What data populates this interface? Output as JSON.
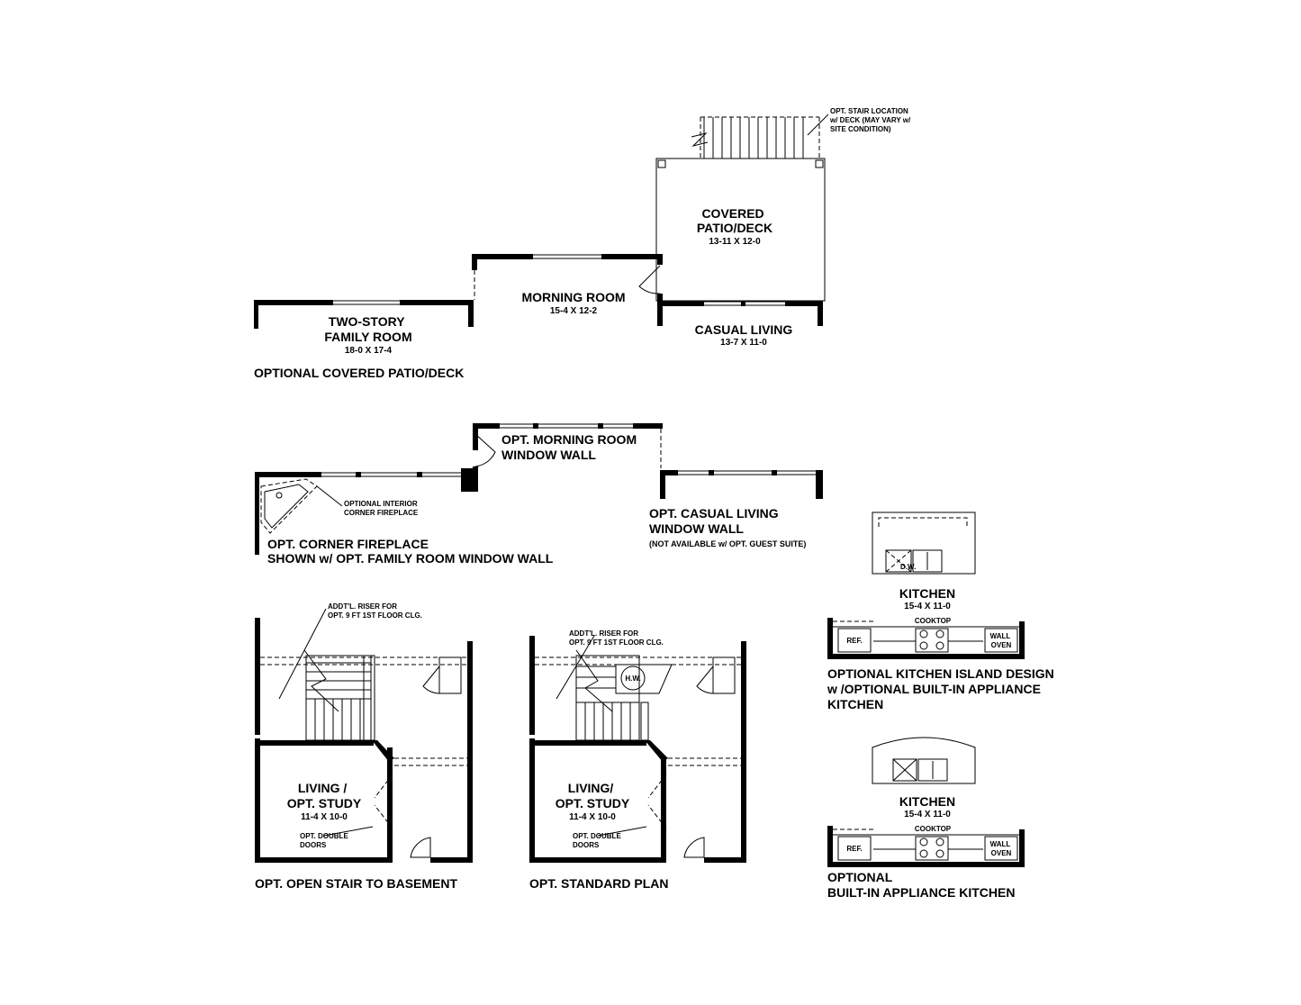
{
  "sections": {
    "patio": {
      "caption": "OPTIONAL COVERED PATIO/DECK",
      "stair_note": [
        "OPT. STAIR LOCATION",
        "w/ DECK (MAY VARY w/",
        "SITE CONDITION)"
      ],
      "rooms": {
        "covered_patio": {
          "name": [
            "COVERED",
            "PATIO/DECK"
          ],
          "dim": "13-11 X 12-0"
        },
        "morning_room": {
          "name": [
            "MORNING ROOM"
          ],
          "dim": "15-4 X 12-2"
        },
        "family_room": {
          "name": [
            "TWO-STORY",
            "FAMILY ROOM"
          ],
          "dim": "18-0 X 17-4"
        },
        "casual_living": {
          "name": [
            "CASUAL LIVING"
          ],
          "dim": "13-7 X 11-0"
        }
      }
    },
    "window_walls": {
      "morning_label": [
        "OPT. MORNING ROOM",
        "WINDOW WALL"
      ],
      "fireplace_note": [
        "OPTIONAL INTERIOR",
        "CORNER FIREPLACE"
      ],
      "fireplace_caption": [
        "OPT. CORNER FIREPLACE",
        "SHOWN w/ OPT. FAMILY ROOM WINDOW WALL"
      ],
      "casual_label": [
        "OPT. CASUAL LIVING",
        "WINDOW WALL"
      ],
      "casual_note": "(NOT AVAILABLE w/ OPT. GUEST SUITE)"
    },
    "open_stair": {
      "riser_note": [
        "ADDT'L. RISER FOR",
        "OPT. 9 FT 1ST FLOOR CLG."
      ],
      "room_name": [
        "LIVING /",
        "OPT. STUDY"
      ],
      "room_dim": "11-4 X 10-0",
      "door_note": [
        "OPT. DOUBLE",
        "DOORS"
      ],
      "caption": "OPT. OPEN STAIR TO BASEMENT"
    },
    "standard": {
      "riser_note": [
        "ADDT'L. RISER FOR",
        "OPT. 9 FT 1ST FLOOR CLG."
      ],
      "hw": "H.W.",
      "room_name": [
        "LIVING/",
        "OPT. STUDY"
      ],
      "room_dim": "11-4 X 10-0",
      "door_note": [
        "OPT. DOUBLE",
        "DOORS"
      ],
      "caption": "OPT. STANDARD PLAN"
    },
    "kitchen_island": {
      "dw": "D.W.",
      "room_name": "KITCHEN",
      "room_dim": "15-4 X 11-0",
      "cooktop": "COOKTOP",
      "ref": "REF.",
      "wall_oven": [
        "WALL",
        "OVEN"
      ],
      "caption": [
        "OPTIONAL KITCHEN ISLAND DESIGN",
        "w /OPTIONAL BUILT-IN APPLIANCE",
        "KITCHEN"
      ]
    },
    "kitchen_builtin": {
      "room_name": "KITCHEN",
      "room_dim": "15-4 X 11-0",
      "cooktop": "COOKTOP",
      "ref": "REF.",
      "wall_oven": [
        "WALL",
        "OVEN"
      ],
      "caption": [
        "OPTIONAL",
        "BUILT-IN APPLIANCE KITCHEN"
      ]
    }
  }
}
